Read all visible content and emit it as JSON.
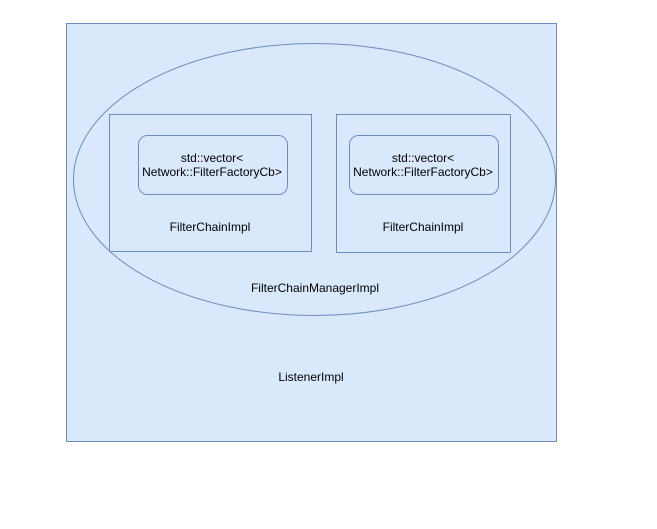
{
  "colors": {
    "fill": "#dae8fc",
    "stroke": "#6c8ebf",
    "text": "#000000",
    "background": "#ffffff"
  },
  "listener": {
    "label": "ListenerImpl"
  },
  "manager": {
    "label": "FilterChainManagerImpl"
  },
  "filter_chains": [
    {
      "label": "FilterChainImpl",
      "inner_line1": "std::vector<",
      "inner_line2": "Network::FilterFactoryCb>"
    },
    {
      "label": "FilterChainImpl",
      "inner_line1": "std::vector<",
      "inner_line2": "Network::FilterFactoryCb>"
    }
  ]
}
